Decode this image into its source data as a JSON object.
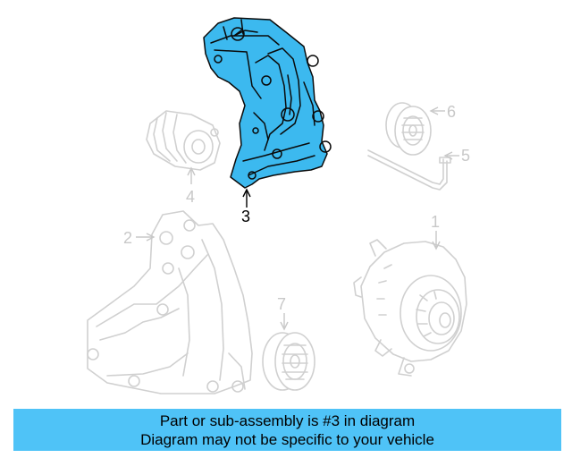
{
  "callouts": {
    "c1": "1",
    "c2": "2",
    "c3": "3",
    "c4": "4",
    "c5": "5",
    "c6": "6",
    "c7": "7"
  },
  "highlight": {
    "part_number": "3",
    "color": "#4fc3f7"
  },
  "banner": {
    "line1": "Part or sub-assembly is #3 in diagram",
    "line2": "Diagram may not be specific to your vehicle"
  }
}
